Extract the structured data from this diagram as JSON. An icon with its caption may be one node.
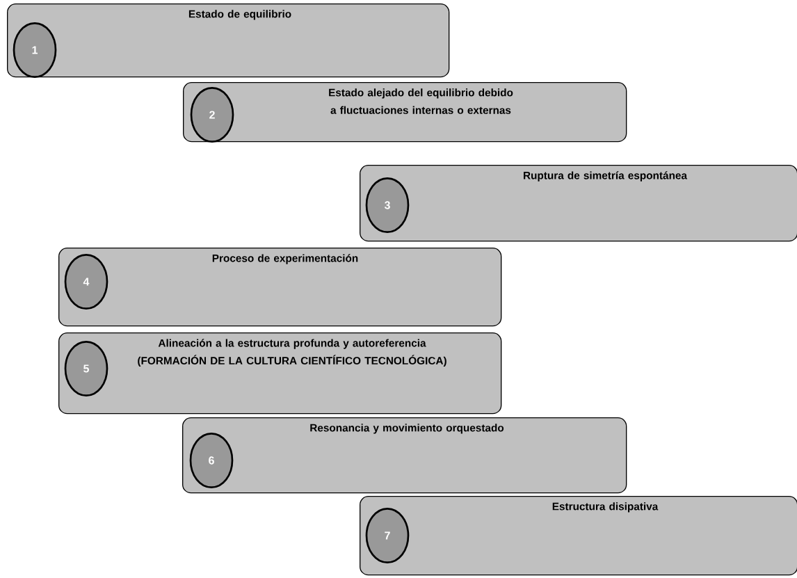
{
  "diagram": {
    "nodes": [
      {
        "text": [
          "Estado de equilibrio"
        ]
      },
      {
        "text": [
          "1"
        ],
        "in": 0
      },
      {
        "text": [
          "Estado alejado del equilibrio debido a fluctuaciones internas o externas"
        ]
      },
      {
        "text": [
          "2"
        ],
        "in": 2
      },
      {
        "text": [
          "Ruptura de simetría espontánea"
        ]
      },
      {
        "text": [
          "3"
        ],
        "in": 4
      },
      {
        "text": [
          "Proceso de experimentación"
        ]
      },
      {
        "text": [
          "4"
        ],
        "in": 6
      },
      {
        "text": [
          "Alineación a la estructura profunda y autoreferencia (FORMACIÓN DE LA CULTURA CIENTÍFICO TECNOLÓGICA)"
        ]
      },
      {
        "text": [
          "5"
        ],
        "in": 8
      },
      {
        "text": [
          "Resonancia y movimiento orquestado"
        ]
      },
      {
        "text": [
          "6"
        ],
        "in": 10
      },
      {
        "text": [
          "Estructura disipativa"
        ]
      },
      {
        "text": [
          "7"
        ],
        "in": 12
      }
    ]
  }
}
